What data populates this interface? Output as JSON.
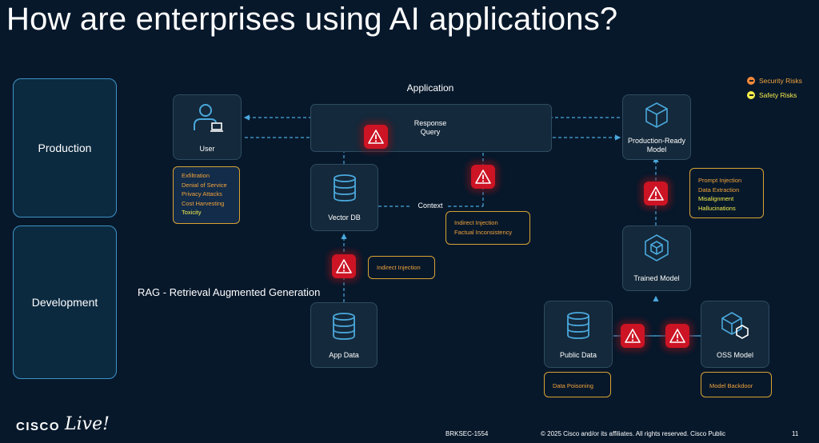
{
  "title": "How are enterprises using AI applications?",
  "phases": {
    "production": "Production",
    "development": "Development"
  },
  "application_label": "Application",
  "rag_label": "RAG - Retrieval Augmented Generation",
  "nodes": {
    "user": "User",
    "response": "Response",
    "query": "Query",
    "vector_db": "Vector DB",
    "context": "Context",
    "app_data": "App Data",
    "production_model_line1": "Production-Ready",
    "production_model_line2": "Model",
    "trained_model": "Trained Model",
    "public_data": "Public Data",
    "oss_model": "OSS Model"
  },
  "legend": {
    "security": "Security Risks",
    "safety": "Safety Risks",
    "security_color": "#f2883a",
    "safety_color": "#f6ee4a"
  },
  "risks": {
    "user": [
      {
        "text": "Exfiltration",
        "type": "security"
      },
      {
        "text": "Denial of Service",
        "type": "security"
      },
      {
        "text": "Privacy Attacks",
        "type": "security"
      },
      {
        "text": "Cost Harvesting",
        "type": "security"
      },
      {
        "text": "Toxicity",
        "type": "safety"
      }
    ],
    "context": [
      {
        "text": "Indirect Injection",
        "type": "security"
      },
      {
        "text": "Factual Inconsistency",
        "type": "security"
      }
    ],
    "vector": [
      {
        "text": "Indirect Injection",
        "type": "security"
      }
    ],
    "model": [
      {
        "text": "Prompt Injection",
        "type": "security"
      },
      {
        "text": "Data Extraction",
        "type": "security"
      },
      {
        "text": "Misalignment",
        "type": "safety"
      },
      {
        "text": "Hallucinations",
        "type": "safety"
      }
    ],
    "public_data": [
      {
        "text": "Data Poisoning",
        "type": "security"
      }
    ],
    "oss_model": [
      {
        "text": "Model Backdoor",
        "type": "security"
      }
    ]
  },
  "footer": {
    "session": "BRKSEC-1554",
    "copyright": "© 2025  Cisco and/or its affiliates. All rights reserved.   Cisco Public",
    "page": "11",
    "logo_cisco": "CISCO",
    "logo_live": "Live!"
  }
}
